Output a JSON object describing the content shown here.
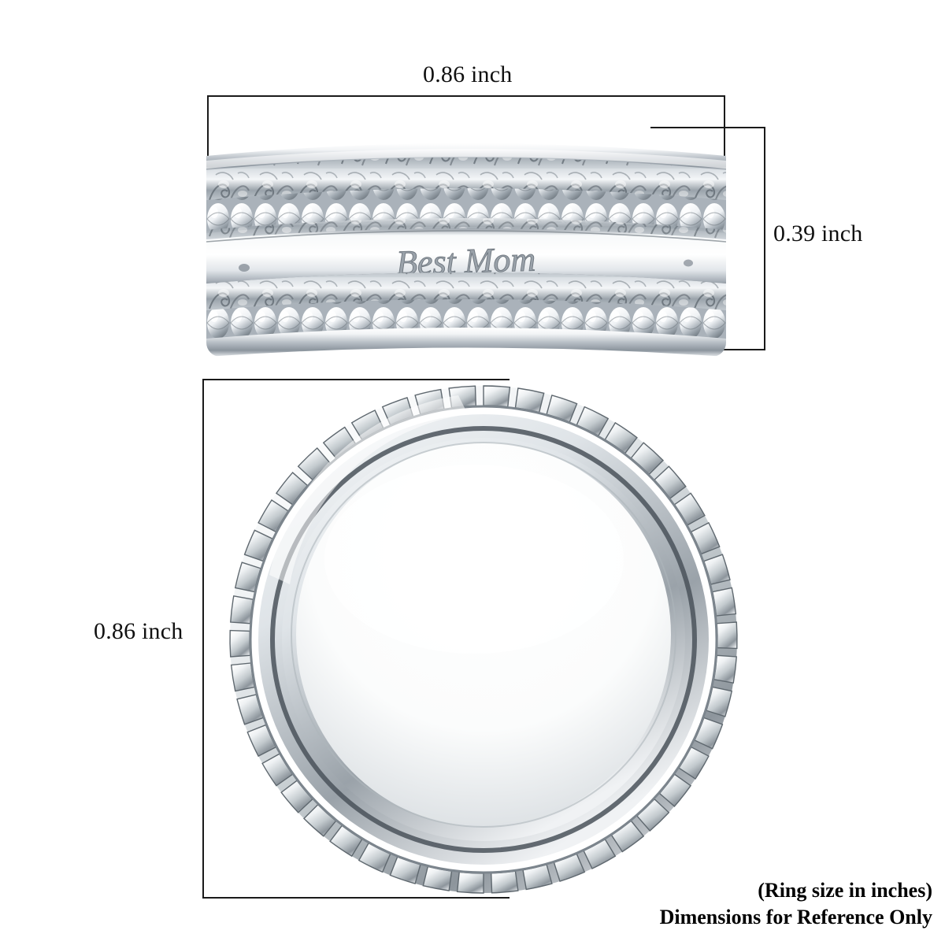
{
  "product": {
    "type": "ring",
    "engraving": "Best Mom",
    "metal_color": "#c9ced4"
  },
  "dimensions": {
    "top_width": {
      "label": "0.86 inch",
      "value": 0.86,
      "unit": "inch",
      "applies_to": "side-view-width"
    },
    "right_height": {
      "label": "0.39 inch",
      "value": 0.39,
      "unit": "inch",
      "applies_to": "side-view-band-height"
    },
    "left_diameter": {
      "label": "0.86 inch",
      "value": 0.86,
      "unit": "inch",
      "applies_to": "front-view-diameter"
    }
  },
  "caption": {
    "line1": "(Ring size in inches)",
    "line2": "Dimensions for Reference Only"
  },
  "views": {
    "side": {
      "name": "side-profile-view",
      "bands": [
        "outer-smooth-rim",
        "filigree-scroll-band",
        "beaded-rope-band",
        "engraved-spinner-band",
        "beaded-rope-band",
        "filigree-scroll-band",
        "outer-smooth-rim"
      ]
    },
    "front": {
      "name": "front-circular-view",
      "bands": [
        "beaded-outer-edge",
        "polished-inner-band",
        "inner-bore"
      ]
    }
  }
}
